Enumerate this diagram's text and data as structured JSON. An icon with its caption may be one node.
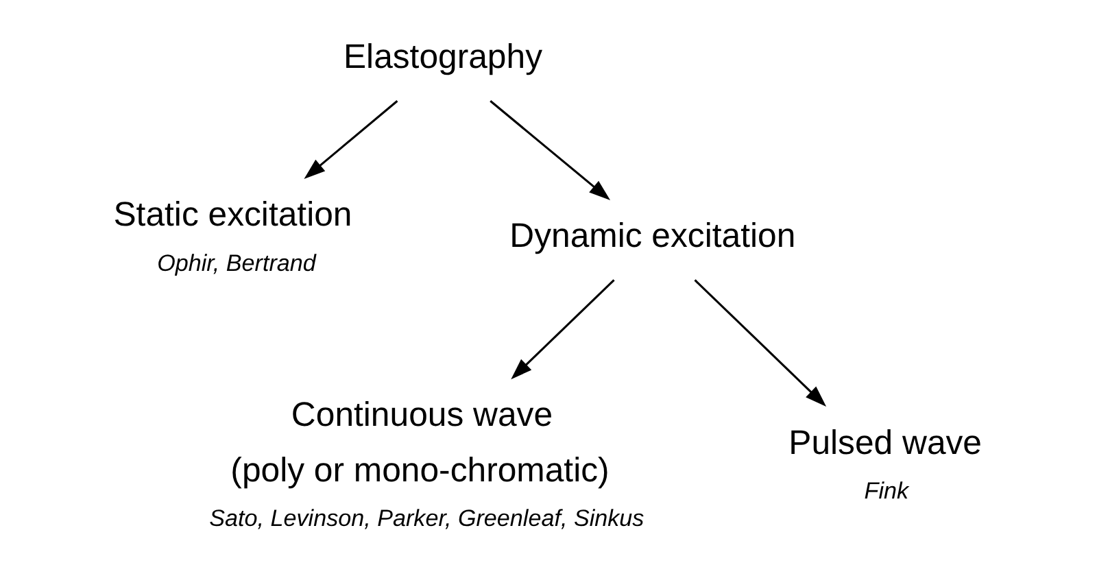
{
  "diagram": {
    "nodes": [
      {
        "text": [
          "Elastography"
        ]
      },
      {
        "text": [
          "Static excitation"
        ],
        "beside": [
          "Ophir, Bertrand"
        ]
      },
      {
        "text": [
          "Dynamic excitation"
        ]
      },
      {
        "text": [
          "Continuous wave",
          "(poly or mono-chromatic)"
        ],
        "beside": [
          "Sato, Levinson, Parker, Greenleaf, Sinkus"
        ]
      },
      {
        "text": [
          "Pulsed wave"
        ],
        "beside": [
          "Fink"
        ]
      }
    ],
    "edges": [
      {
        "from": 0,
        "to": 1,
        "arrow": "to"
      },
      {
        "from": 0,
        "to": 2,
        "arrow": "to"
      },
      {
        "from": 2,
        "to": 3,
        "arrow": "to"
      },
      {
        "from": 2,
        "to": 4,
        "arrow": "to"
      }
    ]
  }
}
